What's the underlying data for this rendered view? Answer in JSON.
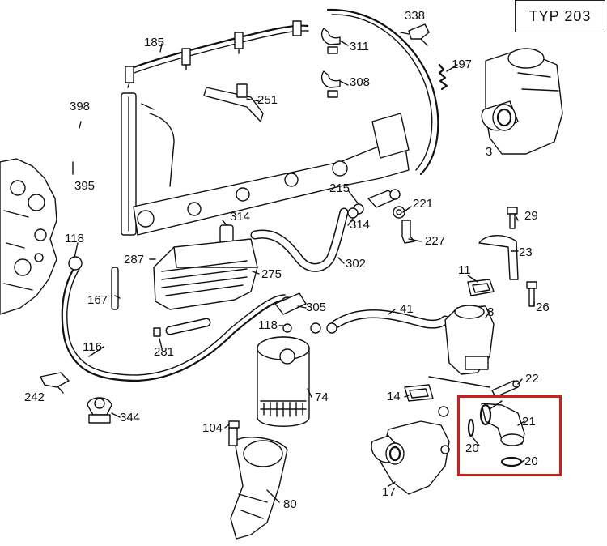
{
  "header": {
    "model_label": "TYP 203"
  },
  "colors": {
    "highlight": "#c8201b",
    "line": "#111111",
    "background": "#ffffff"
  },
  "parts": {
    "p185": "185",
    "p338": "338",
    "p311": "311",
    "p308": "308",
    "p251": "251",
    "p197": "197",
    "p3": "3",
    "p398": "398",
    "p395": "395",
    "p215": "215",
    "p221": "221",
    "p314a": "314",
    "p314b": "314",
    "p227": "227",
    "p29": "29",
    "p23": "23",
    "p118a": "118",
    "p287": "287",
    "p275": "275",
    "p302": "302",
    "p11": "11",
    "p8": "8",
    "p26": "26",
    "p167": "167",
    "p305": "305",
    "p41": "41",
    "p116": "116",
    "p118b": "118",
    "p281": "281",
    "p22": "22",
    "p242": "242",
    "p74": "74",
    "p14": "14",
    "p21": "21",
    "p344": "344",
    "p104": "104",
    "p20a": "20",
    "p20b": "20",
    "p17": "17",
    "p80": "80"
  }
}
